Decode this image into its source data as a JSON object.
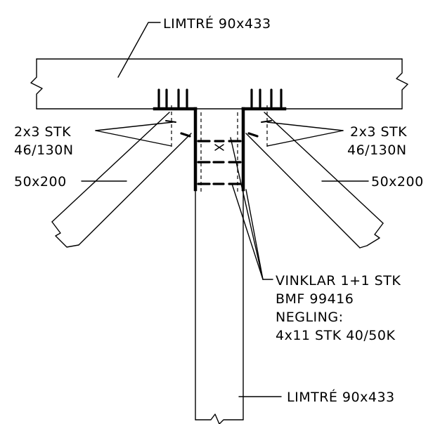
{
  "labels": {
    "beam_top": "LIMTRÉ 90x433",
    "column_bottom": "LIMTRÉ 90x433",
    "left_nails_line1": "2x3 STK",
    "left_nails_line2": "46/130N",
    "right_nails_line1": "2x3 STK",
    "right_nails_line2": "46/130N",
    "left_brace": "50x200",
    "right_brace": "50x200",
    "bracket_line1": "VINKLAR 1+1 STK",
    "bracket_line2": "BMF 99416",
    "bracket_line3": "NEGLING:",
    "bracket_line4": "4x11 STK 40/50K"
  }
}
